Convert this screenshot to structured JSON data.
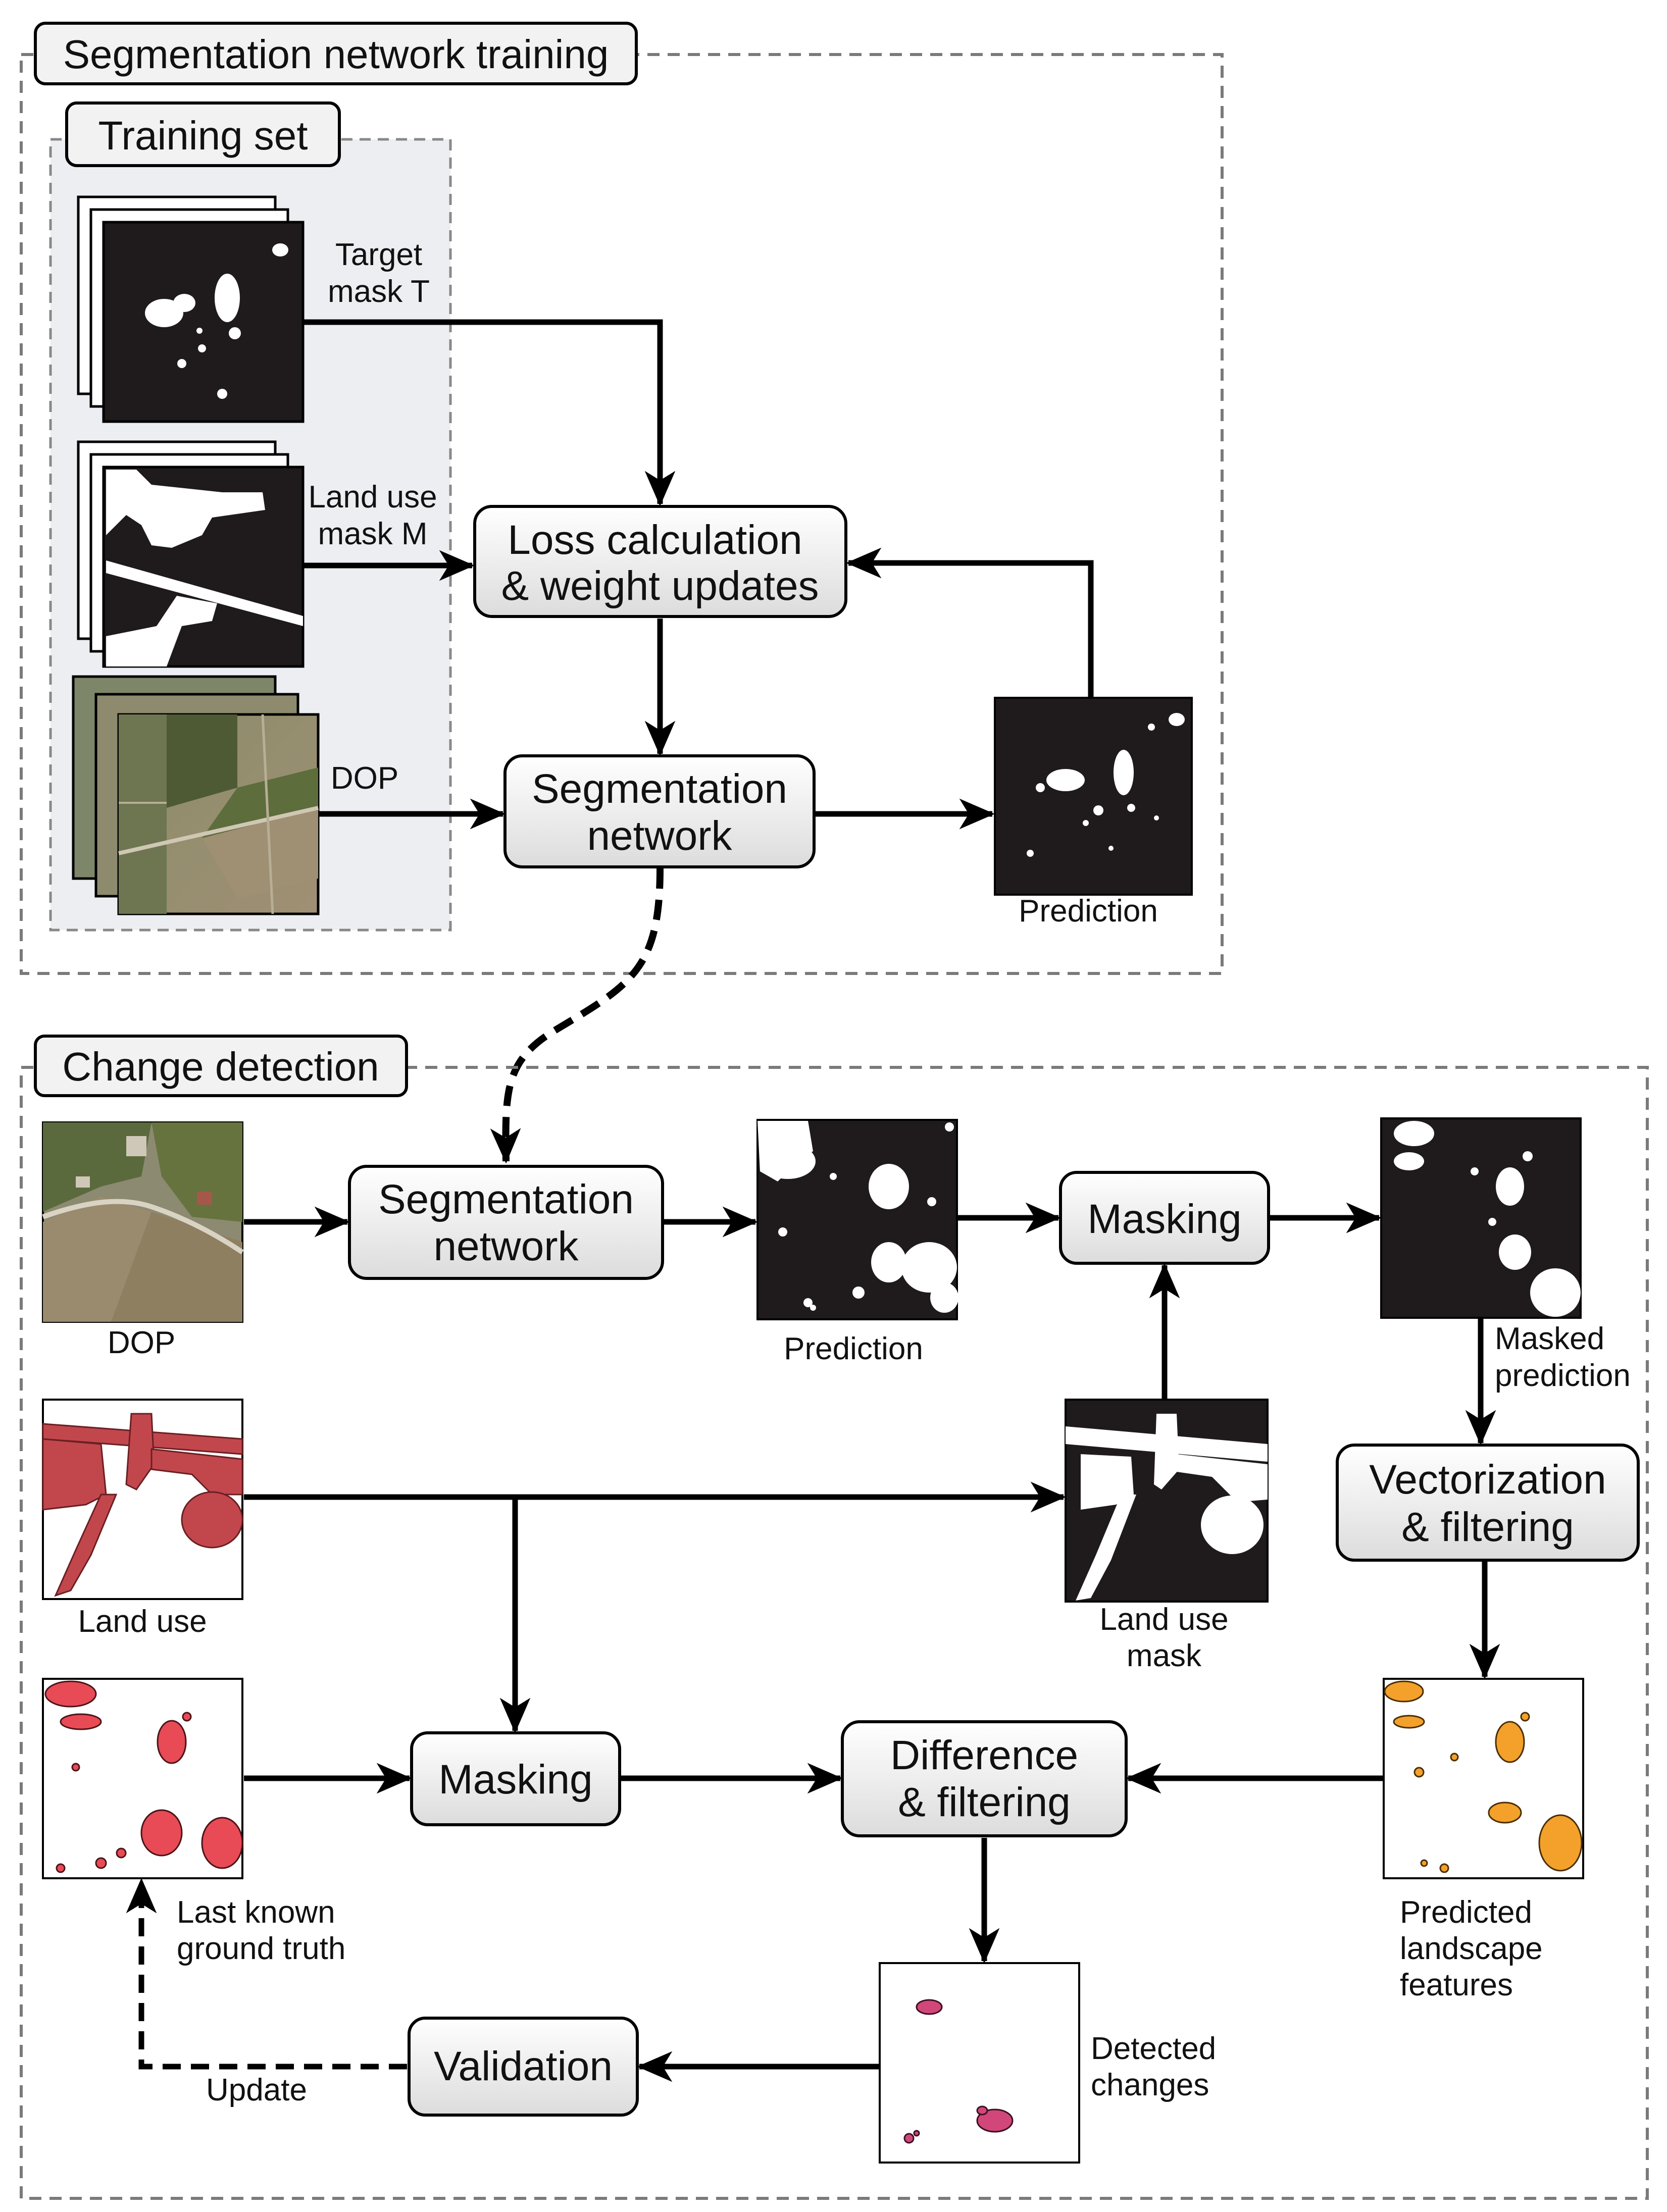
{
  "sections": {
    "training": {
      "title": "Segmentation network training"
    },
    "training_set": {
      "title": "Training set"
    },
    "change_detection": {
      "title": "Change detection"
    }
  },
  "training": {
    "target_mask": [
      "Target",
      "mask T"
    ],
    "land_use_mask": [
      "Land use",
      "mask M"
    ],
    "dop": "DOP",
    "loss_box": [
      "Loss calculation",
      "& weight updates"
    ],
    "segnet_box": [
      "Segmentation",
      "network"
    ],
    "prediction": "Prediction"
  },
  "change": {
    "dop": "DOP",
    "segnet_box": [
      "Segmentation",
      "network"
    ],
    "prediction": "Prediction",
    "masking_box_top": "Masking",
    "masked_prediction": [
      "Masked",
      "prediction"
    ],
    "land_use": "Land use",
    "land_use_mask": [
      "Land use",
      "mask"
    ],
    "vectorization_box": [
      "Vectorization",
      "& filtering"
    ],
    "last_known": [
      "Last known",
      "ground truth"
    ],
    "masking_box_bottom": "Masking",
    "difference_box": [
      "Difference",
      "& filtering"
    ],
    "predicted_features": [
      "Predicted",
      "landscape",
      "features"
    ],
    "detected_changes": [
      "Detected",
      "changes"
    ],
    "validation_box": "Validation",
    "update": "Update"
  },
  "colors": {
    "land_use_fill": "#c2474d",
    "ground_truth_fill": "#e84a56",
    "predicted_fill": "#f3a12b",
    "changes_fill": "#d2477a",
    "box_fill": "#ebebeb",
    "training_set_bg": "#eef0f2"
  }
}
